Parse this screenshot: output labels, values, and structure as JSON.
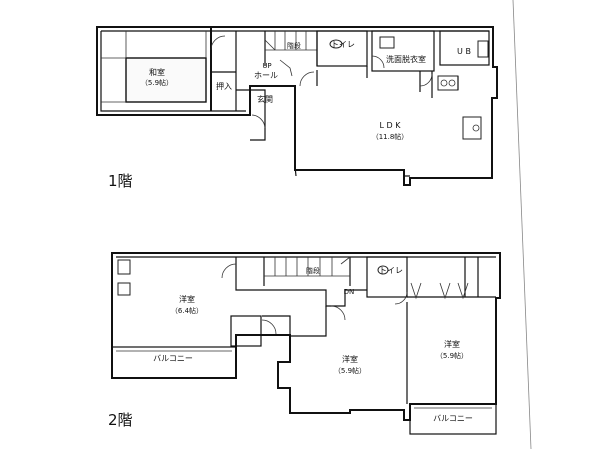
{
  "floor1": {
    "label": "1階",
    "rooms": {
      "washitsu": "和室",
      "washitsu_size": "（5.9帖）",
      "oshiire": "押入",
      "kaidan": "階段",
      "toilet": "トイレ",
      "senmen": "洗面脱衣室",
      "ub": "U B",
      "up": "UP",
      "hall": "ホール",
      "genkan": "玄関",
      "ldk": "L D K",
      "ldk_size": "（11.8帖）"
    }
  },
  "floor2": {
    "label": "2階",
    "rooms": {
      "kaidan": "階段",
      "toilet": "トイレ",
      "dn": "DN",
      "yoshitsu_a": "洋室",
      "yoshitsu_a_size": "（6.4帖）",
      "yoshitsu_b": "洋室",
      "yoshitsu_b_size": "（5.9帖）",
      "yoshitsu_c": "洋室",
      "yoshitsu_c_size": "（5.9帖）",
      "balcony_left": "バルコニー",
      "balcony_right": "バルコニー"
    }
  }
}
